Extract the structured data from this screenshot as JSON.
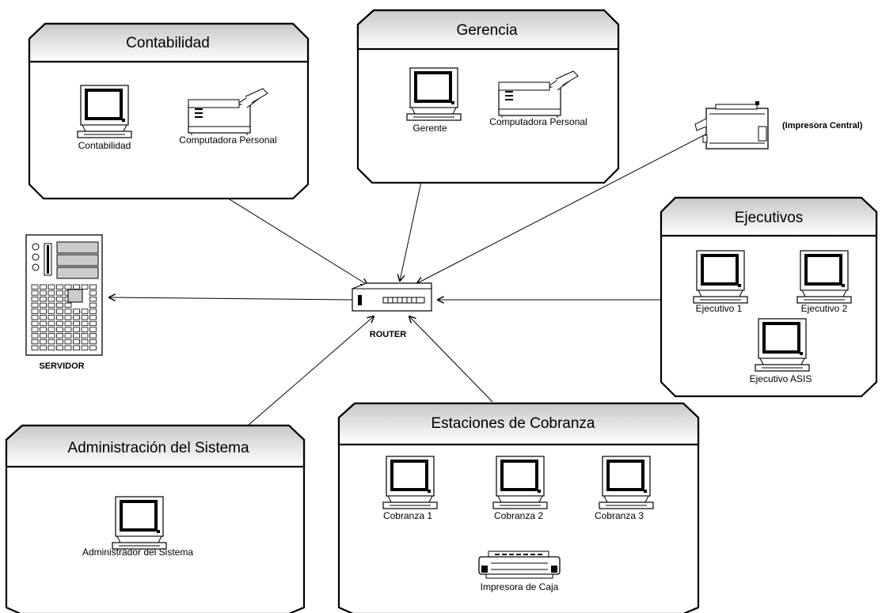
{
  "groups": {
    "contabilidad": {
      "title": "Contabilidad",
      "pc_label": "Contabilidad",
      "printer_label": "Computadora Personal"
    },
    "gerencia": {
      "title": "Gerencia",
      "pc_label": "Gerente",
      "printer_label": "Computadora Personal"
    },
    "ejecutivos": {
      "title": "Ejecutivos",
      "pc1_label": "Ejecutivo 1",
      "pc2_label": "Ejecutivo 2",
      "pc3_label": "Ejecutivo ASIS"
    },
    "administracion": {
      "title": "Administración del Sistema",
      "pc_label": "Administrador del Sistema"
    },
    "cobranza": {
      "title": "Estaciones de Cobranza",
      "pc1_label": "Cobranza 1",
      "pc2_label": "Cobranza 2",
      "pc3_label": "Cobranza 3",
      "printer_label": "Impresora de Caja"
    }
  },
  "central_printer": {
    "label": "(Impresora Central)"
  },
  "router": {
    "label": "ROUTER"
  },
  "server": {
    "label": "SERVIDOR"
  },
  "icons": [
    "monitor-icon",
    "printer-icon",
    "router-icon",
    "server-icon",
    "central-printer-icon",
    "dot-matrix-printer-icon"
  ]
}
